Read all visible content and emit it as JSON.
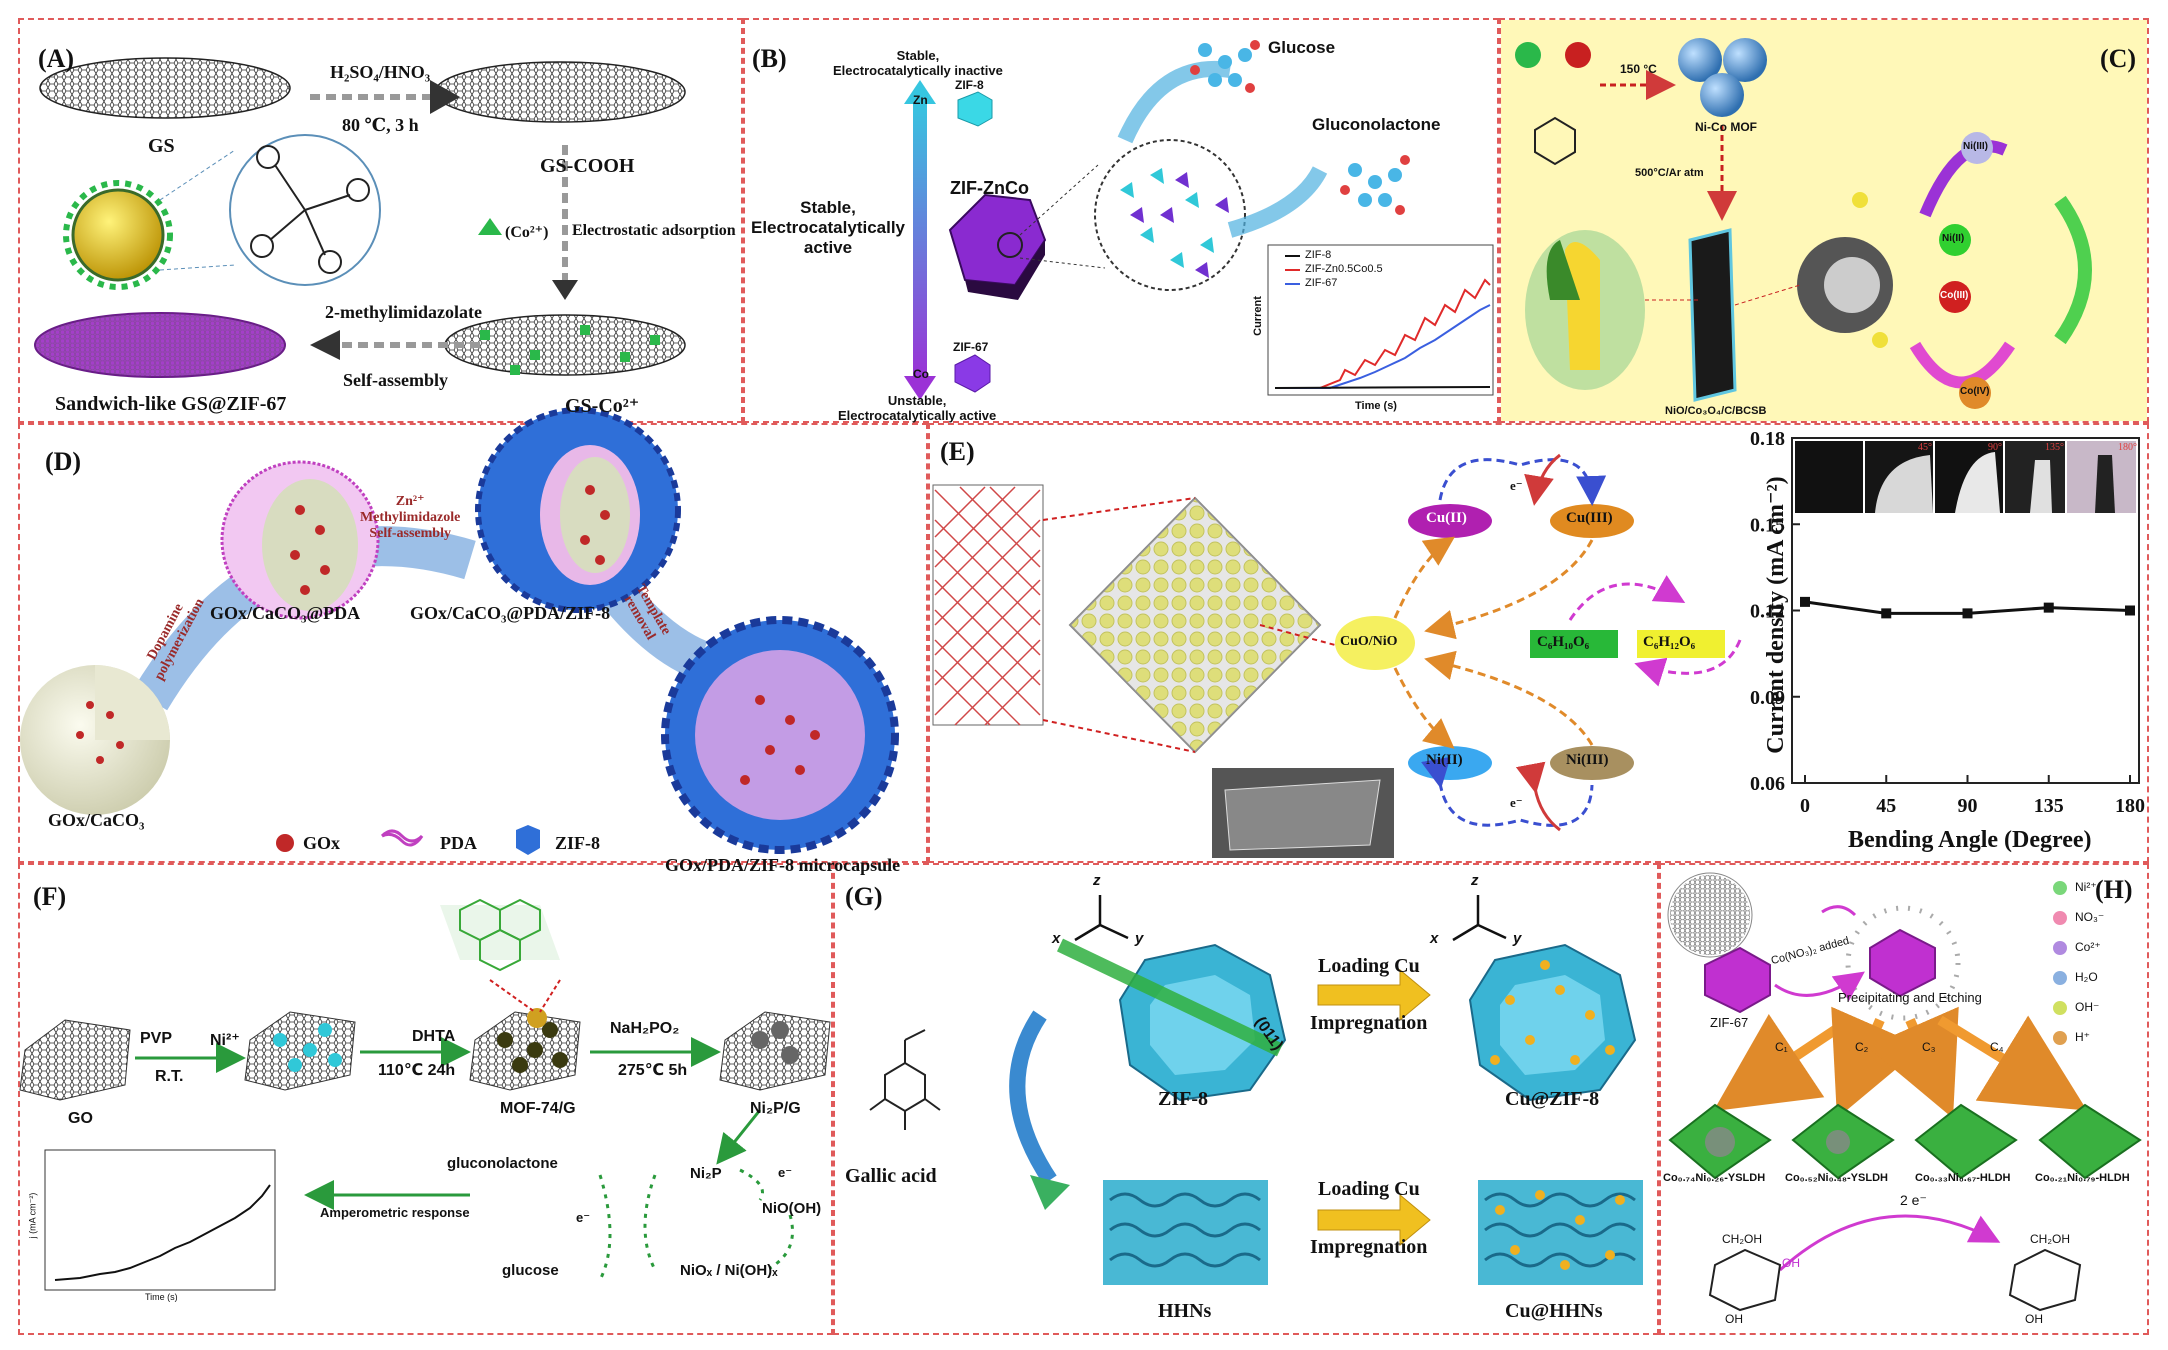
{
  "panels": {
    "A": {
      "label": "(A)",
      "gs": "GS",
      "gs_cooh": "GS-COOH",
      "gs_co": "GS-Co²⁺",
      "sandwich": "Sandwich-like GS@ZIF-67",
      "acid": "H₂SO₄/HNO₃",
      "cond": "80 ℃, 3 h",
      "co_ion": "(Co²⁺)",
      "electrostatic": "Electrostatic adsorption",
      "methylimid": "2-methylimidazolate",
      "selfassembly": "Self-assembly"
    },
    "B": {
      "label": "(B)",
      "stable_inactive": "Stable,\nElectrocatalytically inactive",
      "stable_active": "Stable,\nElectrocatalytically\nactive",
      "unstable": "Unstable,\nElectrocatalytically active",
      "zif8": "ZIF-8",
      "zif67": "ZIF-67",
      "zifzn": "ZIF-ZnCo",
      "zn": "Zn",
      "co": "Co",
      "glucose": "Glucose",
      "glucono": "Gluconolactone",
      "legend": [
        "ZIF-8",
        "ZIF-Zn0.5Co0.5",
        "ZIF-67"
      ],
      "ylabel": "Current",
      "xlabel": "Time (s)"
    },
    "C": {
      "label": "(C)",
      "nimof": "Ni-Co MOF",
      "temp1": "150 °C",
      "temp2": "500°C/Ar atm",
      "nio": "NiO/Co₃O₄/C/BCSB",
      "ni3": "Ni(III)",
      "ni2": "Ni(II)",
      "co3": "Co(III)",
      "co4": "Co(IV)"
    },
    "D": {
      "label": "(D)",
      "caco3": "GOx/CaCO₃",
      "pda": "GOx/CaCO₃@PDA",
      "zif": "GOx/CaCO₃@PDA/ZIF-8",
      "micro": "GOx/PDA/ZIF-8 microcapsule",
      "dop": "Dopamine\npolymerization",
      "zn": "Zn²⁺\nMethylimidazole\nSelf-assembly",
      "tmpl": "Template\nremoval",
      "legend": [
        "GOx",
        "PDA",
        "ZIF-8"
      ]
    },
    "E": {
      "label": "(E)",
      "cu2": "Cu(II)",
      "cu3": "Cu(III)",
      "cuo": "CuO/NiO",
      "ni2": "Ni(II)",
      "ni3": "Ni(III)",
      "c6a": "C₆H₁₀O₆",
      "c6b": "C₆H₁₂O₆",
      "e": "e⁻"
    },
    "F": {
      "label": "(F)",
      "go": "GO",
      "pvp": "PVP",
      "ni": "Ni²⁺",
      "rt": "R.T.",
      "dhta": "DHTA",
      "cond1": "110℃ 24h",
      "mof": "MOF-74/G",
      "nah": "NaH₂PO₂",
      "cond2": "275℃ 5h",
      "nip": "Ni₂P/G",
      "nip2": "Ni₂P",
      "nioh": "NiO(OH)",
      "niox": "NiOₓ / Ni(OH)ₓ",
      "glucono": "gluconolactone",
      "glucose": "glucose",
      "amp": "Amperometric response",
      "e": "e⁻",
      "inset_x": "Time (s)",
      "inset_y": "j (mA cm⁻²)"
    },
    "G": {
      "label": "(G)",
      "gallic": "Gallic acid",
      "zif8": "ZIF-8",
      "cuzif": "Cu@ZIF-8",
      "hhns": "HHNs",
      "cuhhns": "Cu@HHNs",
      "load1": "Loading Cu",
      "imp1": "Impregnation",
      "load2": "Loading Cu",
      "imp2": "Impregnation",
      "dir": "(011)",
      "ax": [
        "z",
        "x",
        "y"
      ]
    },
    "H": {
      "label": "(H)",
      "zif67": "ZIF-67",
      "added": "Co(NO₃)₂ added",
      "precip": "Precipitating and Etching",
      "c": [
        "C₁",
        "C₂",
        "C₃",
        "C₄"
      ],
      "ldh": [
        "Co₀.₇₄Ni₀.₂₆-YSLDH",
        "Co₀.₅₂Ni₀.₄₈-YSLDH",
        "Co₀.₃₃Ni₀.₆₇-HLDH",
        "Co₀.₂₁Ni₀.₇₉-HLDH"
      ],
      "legend": [
        "Ni²⁺",
        "NO₃⁻",
        "Co²⁺",
        "H₂O",
        "OH⁻",
        "H⁺"
      ],
      "twoe": "2 e⁻",
      "ch2oh": "CH₂OH",
      "oh": "OH"
    }
  },
  "chart_data": {
    "type": "line",
    "x": [
      0,
      45,
      90,
      135,
      180
    ],
    "series": [
      {
        "values": [
          0.123,
          0.119,
          0.119,
          0.121,
          0.12
        ]
      }
    ],
    "xlabel": "Bending Angle (Degree)",
    "ylabel": "Current density (mA cm⁻²)",
    "xticks": [
      0,
      45,
      90,
      135,
      180
    ],
    "yticks": [
      0.06,
      0.09,
      0.12,
      0.15,
      0.18
    ],
    "xlim": [
      0,
      180
    ],
    "ylim": [
      0.06,
      0.18
    ],
    "inset_angles": [
      "45°",
      "90°",
      "135°",
      "180°"
    ]
  }
}
